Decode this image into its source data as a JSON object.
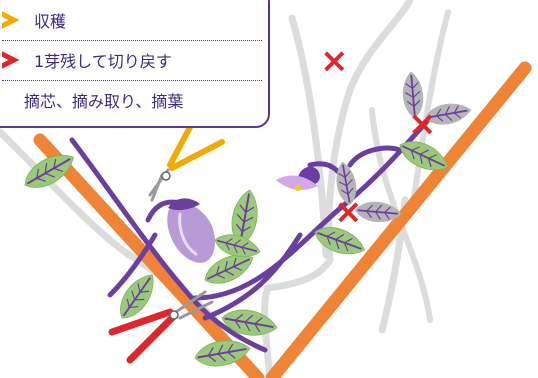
{
  "legend": {
    "items": [
      {
        "icon": "yellow-shears-icon",
        "color": "#f5a800",
        "label": "収穫"
      },
      {
        "icon": "red-shears-icon",
        "color": "#e0262b",
        "label": "1芽残して切り戻す"
      },
      {
        "icon": "",
        "color": "#6b3fa0",
        "label": "摘芯、摘み取り、摘葉"
      }
    ]
  },
  "markers": {
    "cut_mark": {
      "symbol": "×",
      "color": "#e0262b"
    }
  },
  "colors": {
    "stem": "#6b3fa0",
    "support_pole": "#f08436",
    "string": "#d9d9d9",
    "leaf": "#9ac97a",
    "leaf_vein": "#6b3fa0",
    "eggplant": "#b79ad6",
    "flower": "#d4a7e8"
  }
}
